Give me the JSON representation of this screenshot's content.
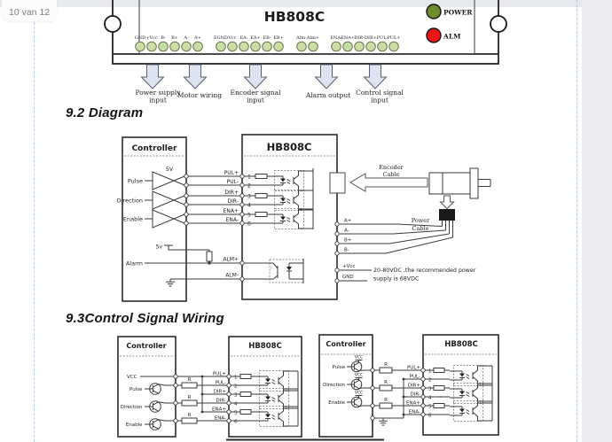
{
  "page": {
    "indicator": "10 van 12"
  },
  "colors": {
    "chrome": "#e8e9ec",
    "guide": "#b9cde6",
    "terminal_green": "#cbdda6",
    "power_led": "#6d8c2e",
    "alarm_led": "#ee1512",
    "arrow_fill": "#dbe4f0"
  },
  "driver_top": {
    "title": "HB808C",
    "power_led_label": "POWER",
    "alarm_led_label": "ALM",
    "terminals": [
      "GND",
      "+Vcc",
      "B-",
      "B+",
      "A-",
      "A+",
      "EGND",
      "Vcc",
      "EA-",
      "EA+",
      "EB-",
      "EB+",
      "Alm-",
      "Alm+",
      "ENA-",
      "ENA+",
      "DIR-",
      "DIR+",
      "PUL-",
      "PUL+"
    ],
    "arrow_labels": {
      "power_supply": [
        "Power supply",
        "input"
      ],
      "motor": [
        "Motor wiring"
      ],
      "encoder": [
        "Encoder signal",
        "input"
      ],
      "alarm": [
        "Alarm output"
      ],
      "control": [
        "Control signal",
        "input"
      ]
    }
  },
  "section_92": {
    "heading": "9.2 Diagram",
    "controller_title": "Controller",
    "driver_title": "HB808C",
    "v5": "5V",
    "v5_low": "5v",
    "inputs": [
      "Pulse",
      "Direction",
      "Enable"
    ],
    "alarm_label": "Alarm",
    "signals": [
      "PUL+",
      "PUL-",
      "DIR+",
      "DIR-",
      "ENA+",
      "ENA-"
    ],
    "pin_numbers": [
      "1",
      "2",
      "3",
      "4",
      "5",
      "6"
    ],
    "alarm_signals": [
      "ALM+",
      "ALM-"
    ],
    "encoder_cable": [
      "Encoder",
      "Cable"
    ],
    "power_cable": [
      "Power",
      "Cable"
    ],
    "motor_terminals": [
      "A+",
      "A-",
      "B+",
      "B-"
    ],
    "power_terminals": [
      "+Vcc",
      "GND"
    ],
    "power_note": [
      "20-80VDC ,the recommended power",
      "supply is 68VDC"
    ]
  },
  "section_93": {
    "heading": "9.3Control Signal Wiring",
    "signals": [
      "PUL+",
      "PUL-",
      "DIR+",
      "DIR-",
      "ENA+",
      "ENA-"
    ],
    "pin_numbers": [
      "1",
      "2",
      "3",
      "4",
      "5",
      "6"
    ],
    "resistor_label": "R",
    "vcc_label": "VCC",
    "left": {
      "controller_title": "Controller",
      "driver_title": "HB808C",
      "inputs": [
        "Pulse",
        "Direction",
        "Enable"
      ]
    },
    "right": {
      "controller_title": "Controller",
      "driver_title": "HB808C",
      "inputs": [
        "Pulse",
        "Direction",
        "Enable"
      ]
    }
  }
}
